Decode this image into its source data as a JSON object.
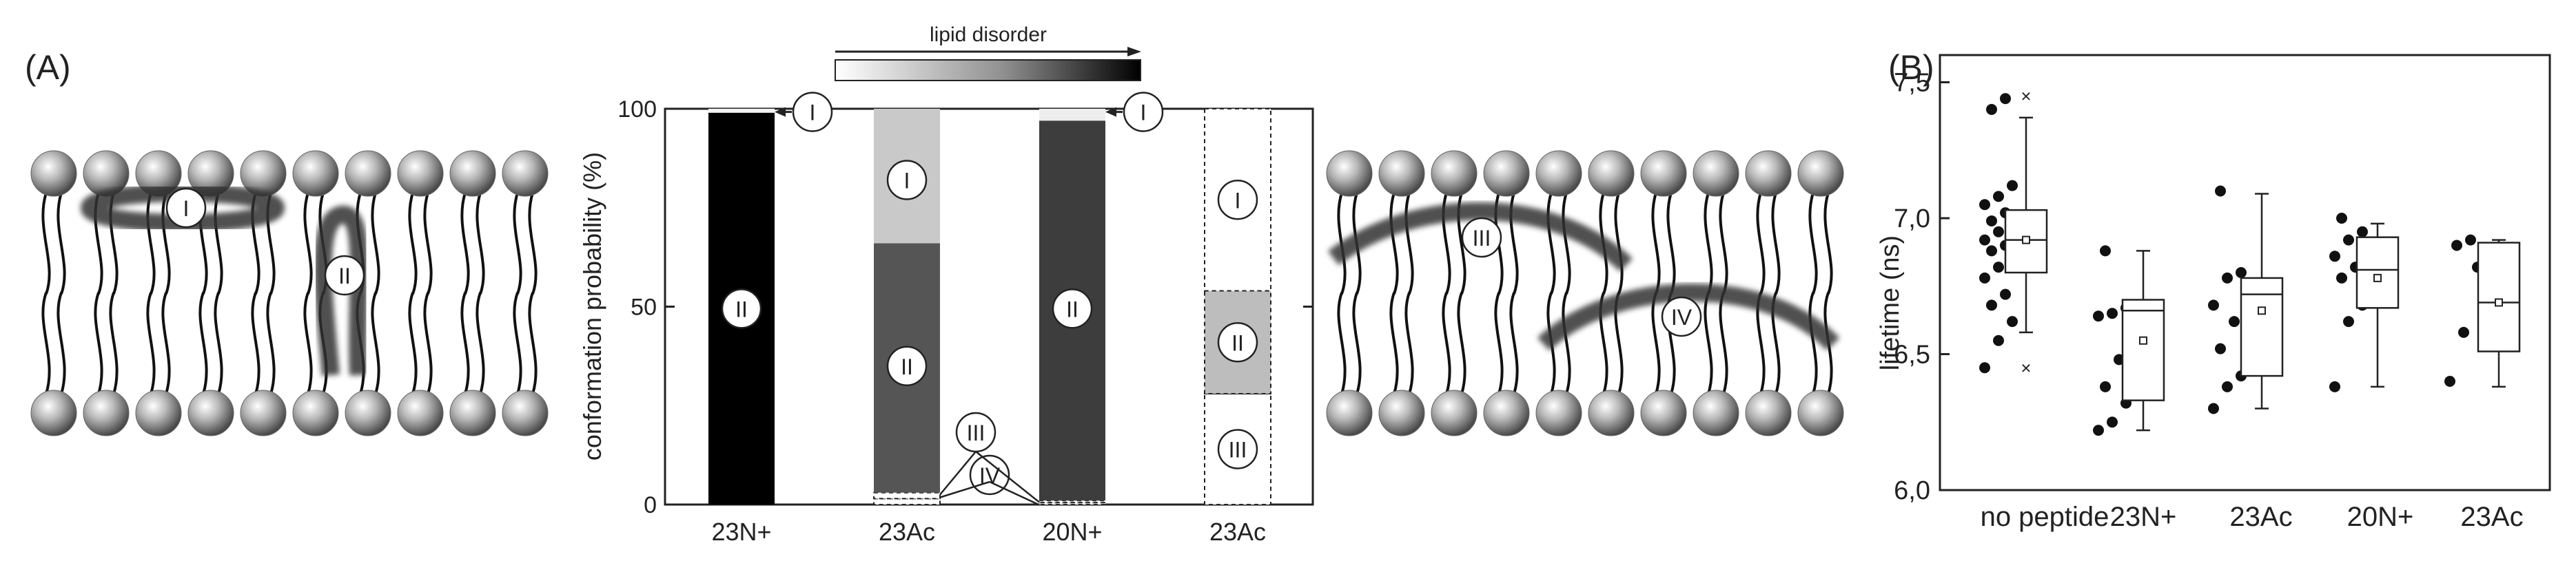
{
  "panel_a": {
    "label": "(A)",
    "scale_label": "lipid disorder",
    "ylabel": "conformation probability (%)",
    "region_labels": {
      "I": "I",
      "II": "II",
      "III": "III",
      "IV": "IV"
    }
  },
  "panel_b": {
    "label": "(B)"
  },
  "chart_data": [
    {
      "type": "bar",
      "stacked": true,
      "ylabel": "conformation probability (%)",
      "ylim": [
        0,
        100
      ],
      "yticks": [
        0,
        50,
        100
      ],
      "categories": [
        "23N+",
        "23Ac",
        "20N+",
        "23Ac"
      ],
      "series": [
        {
          "name": "I",
          "values": [
            1,
            34,
            3,
            46
          ]
        },
        {
          "name": "II",
          "values": [
            99,
            63,
            96,
            26
          ]
        },
        {
          "name": "III",
          "values": [
            0,
            1.5,
            0.5,
            28
          ]
        },
        {
          "name": "IV",
          "values": [
            0,
            1.5,
            0.5,
            0
          ]
        }
      ],
      "annotations": [
        "lipid disorder"
      ]
    },
    {
      "type": "scatter",
      "subtype": "box-with-points",
      "ylabel": "lifetime (ns)",
      "ylim": [
        6.0,
        7.6
      ],
      "yticks": [
        "6,0",
        "6,5",
        "7,0",
        "7,5"
      ],
      "categories": [
        "no peptide",
        "23N+",
        "23Ac",
        "20N+",
        "23Ac"
      ],
      "points": [
        [
          6.45,
          6.55,
          6.62,
          6.68,
          6.72,
          6.78,
          6.82,
          6.86,
          6.88,
          6.9,
          6.92,
          6.95,
          6.97,
          6.99,
          7.02,
          7.05,
          7.08,
          7.12,
          7.4,
          7.44
        ],
        [
          6.22,
          6.25,
          6.32,
          6.38,
          6.48,
          6.64,
          6.65,
          6.67,
          6.88
        ],
        [
          6.3,
          6.38,
          6.42,
          6.52,
          6.62,
          6.68,
          6.78,
          6.8,
          7.1
        ],
        [
          6.38,
          6.62,
          6.68,
          6.78,
          6.82,
          6.86,
          6.92,
          6.95,
          7.0
        ],
        [
          6.4,
          6.58,
          6.82,
          6.9,
          6.92
        ]
      ],
      "boxes": [
        {
          "q1": 6.8,
          "median": 6.92,
          "q3": 7.03,
          "mean": 6.92,
          "whisker_low": 6.58,
          "whisker_high": 7.37,
          "min": 6.45,
          "max": 7.45
        },
        {
          "q1": 6.33,
          "median": 6.66,
          "q3": 6.7,
          "mean": 6.55,
          "whisker_low": 6.22,
          "whisker_high": 6.88
        },
        {
          "q1": 6.42,
          "median": 6.72,
          "q3": 6.78,
          "mean": 6.66,
          "whisker_low": 6.3,
          "whisker_high": 7.09
        },
        {
          "q1": 6.67,
          "median": 6.81,
          "q3": 6.93,
          "mean": 6.78,
          "whisker_low": 6.38,
          "whisker_high": 6.98
        },
        {
          "q1": 6.51,
          "median": 6.69,
          "q3": 6.91,
          "mean": 6.69,
          "whisker_low": 6.38,
          "whisker_high": 6.92
        }
      ]
    }
  ]
}
